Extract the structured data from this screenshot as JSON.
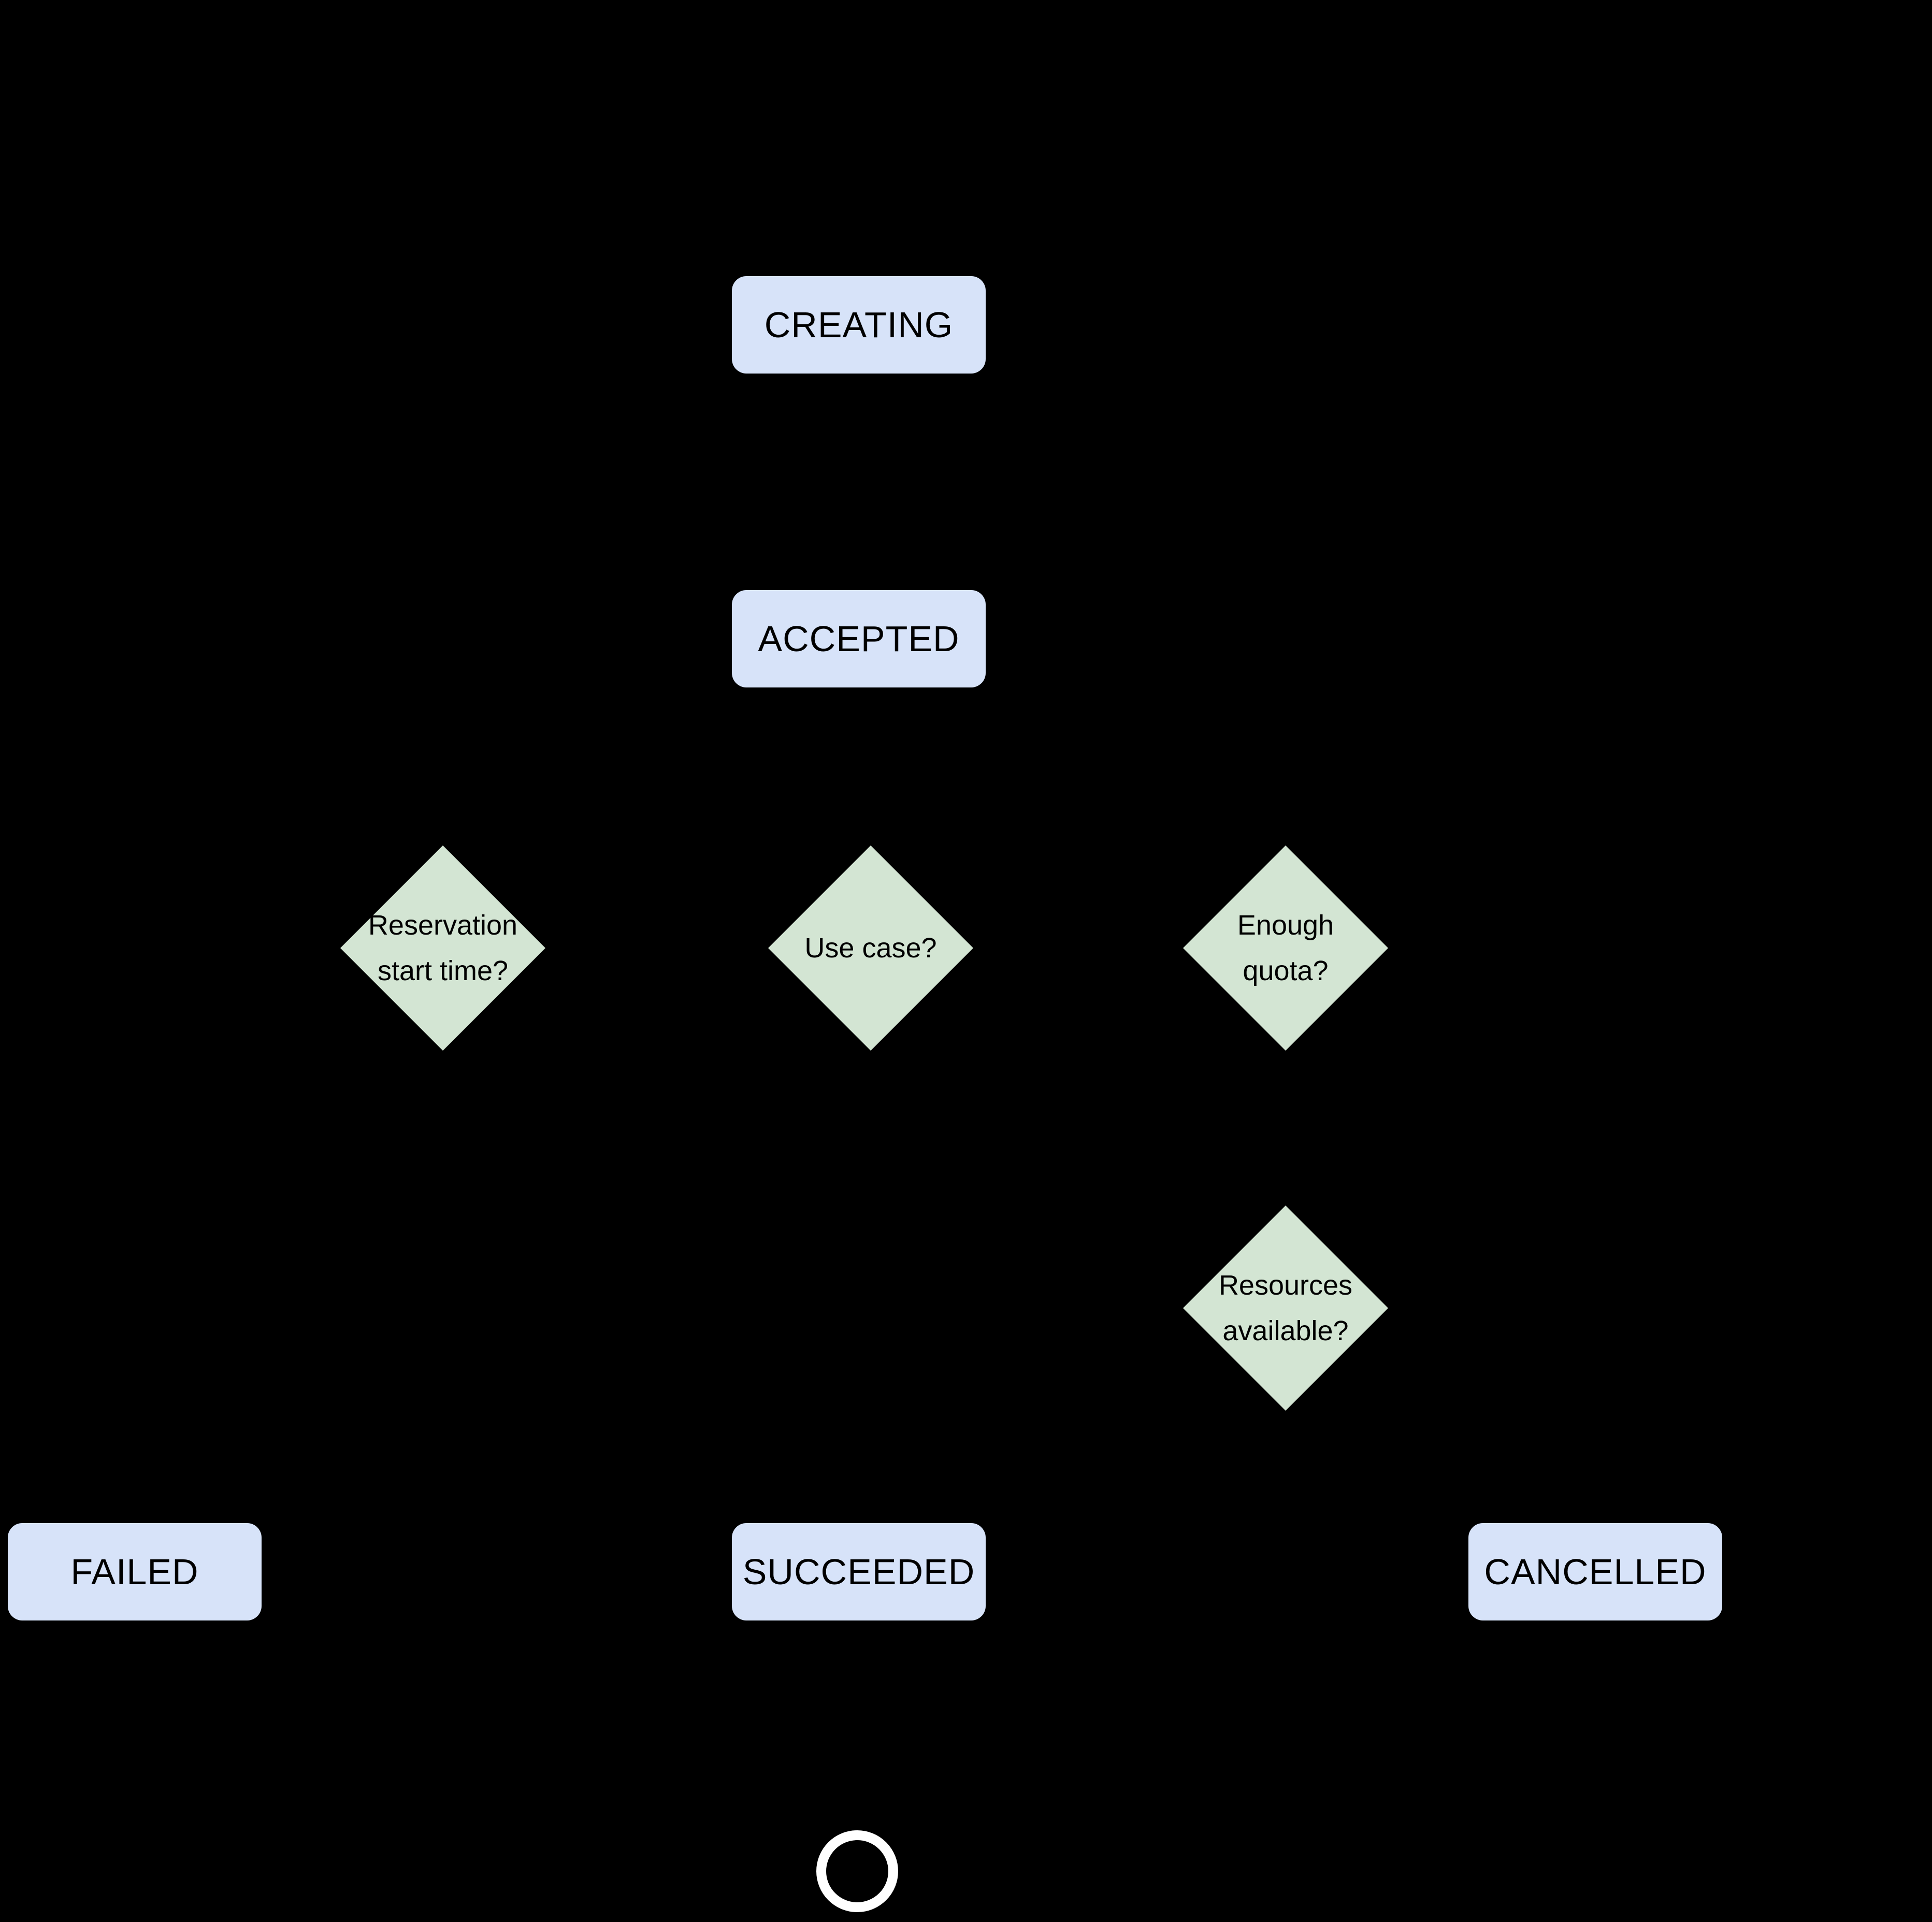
{
  "diagram": {
    "background_color": "#000000",
    "state_fill_color": "#d7e3f9",
    "decision_fill_color": "#d3e5d3",
    "text_color": "#000000",
    "end_node_color": "#ffffff",
    "states": {
      "creating": {
        "label": "CREATING"
      },
      "accepted": {
        "label": "ACCEPTED"
      },
      "failed": {
        "label": "FAILED"
      },
      "succeeded": {
        "label": "SUCCEEDED"
      },
      "cancelled": {
        "label": "CANCELLED"
      }
    },
    "decisions": {
      "reservation_start_time": {
        "label": "Reservation\nstart time?"
      },
      "use_case": {
        "label": "Use case?"
      },
      "enough_quota": {
        "label": "Enough\nquota?"
      },
      "resources_available": {
        "label": "Resources\navailable?"
      }
    },
    "end_node": {
      "shape": "circle-outline"
    }
  }
}
